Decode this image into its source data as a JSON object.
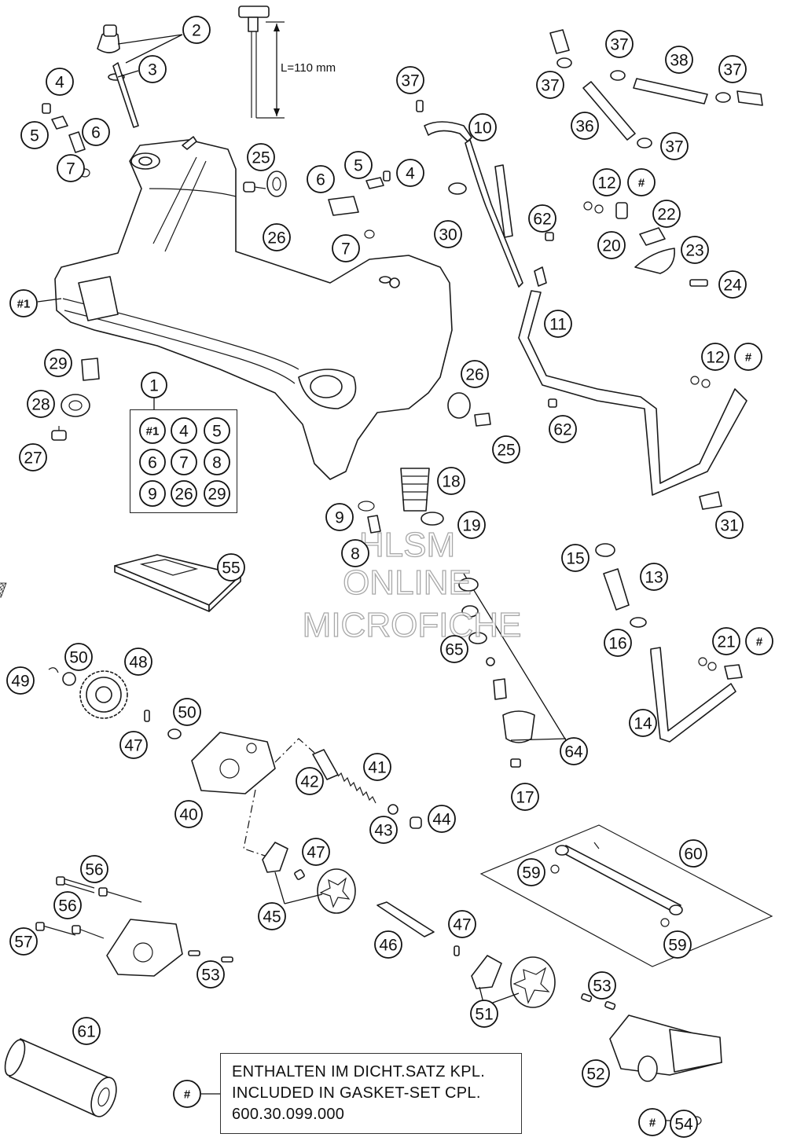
{
  "dimension_label": "L=110 mm",
  "watermark": [
    "HLSM",
    "ONLINE",
    "MICROFICHE"
  ],
  "kit": {
    "title_ref": "1",
    "items": [
      "#1",
      "4",
      "5",
      "6",
      "7",
      "8",
      "9",
      "26",
      "29"
    ]
  },
  "note": {
    "symbol": "#",
    "lines": [
      "ENTHALTEN IM DICHT.SATZ KPL.",
      "INCLUDED IN GASKET-SET CPL.",
      "600.30.099.000"
    ]
  },
  "callouts": [
    "2",
    "3",
    "4",
    "5",
    "6",
    "7",
    "#1",
    "25",
    "26",
    "6",
    "5",
    "4",
    "7",
    "37",
    "10",
    "30",
    "37",
    "37",
    "38",
    "37",
    "36",
    "37",
    "12",
    "#",
    "22",
    "20",
    "23",
    "24",
    "62",
    "11",
    "12",
    "#",
    "29",
    "28",
    "27",
    "26",
    "25",
    "62",
    "18",
    "9",
    "19",
    "8",
    "31",
    "15",
    "13",
    "16",
    "21",
    "#",
    "65",
    "14",
    "64",
    "17",
    "55",
    "50",
    "48",
    "49",
    "50",
    "47",
    "40",
    "41",
    "42",
    "43",
    "44",
    "47",
    "45",
    "46",
    "47",
    "60",
    "59",
    "59",
    "56",
    "56",
    "57",
    "53",
    "51",
    "53",
    "52",
    "61",
    "#",
    "#",
    "54"
  ]
}
